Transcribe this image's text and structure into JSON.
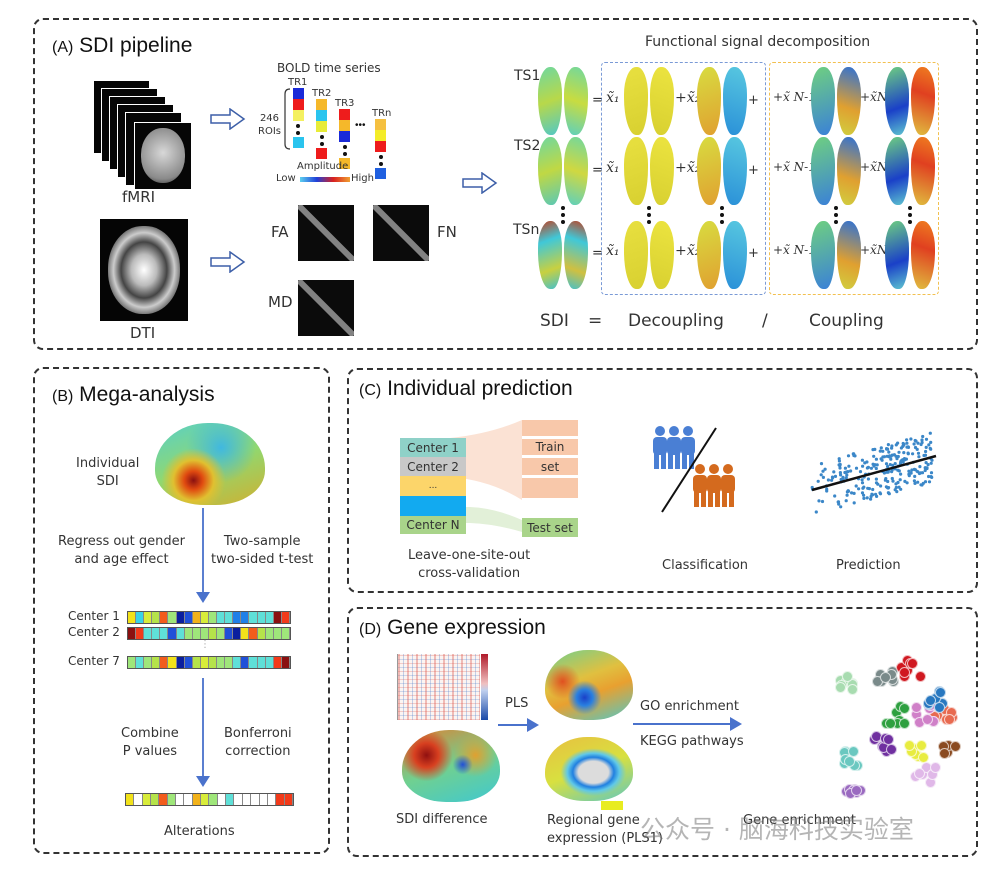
{
  "panels": {
    "A": {
      "label": "(A)",
      "title": "SDI pipeline",
      "fmri_label": "fMRI",
      "dti_label": "DTI",
      "bold_title": "BOLD time series",
      "roi_label_line1": "246",
      "roi_label_line2": "ROIs",
      "tr_labels": [
        "TR1",
        "TR2",
        "TR3",
        "TRn"
      ],
      "amplitude_label": "Amplitude",
      "amplitude_low": "Low",
      "amplitude_high": "High",
      "matrix_labels": [
        "FA",
        "FN",
        "MD"
      ],
      "decomp_title": "Functional signal decomposition",
      "ts_labels": [
        "TS1",
        "TS2",
        "TSn"
      ],
      "eq_sign": "=",
      "coef_x1": "x̃₁",
      "coef_x2": "+x̃₂",
      "plus": "+",
      "coef_xn1": "+x̃ N-1",
      "coef_xn": "+x̃N",
      "formula": {
        "sdi": "SDI",
        "equals": "=",
        "decoupling": "Decoupling",
        "slash": "/",
        "coupling": "Coupling"
      },
      "colors": {
        "decoupling_box": "#7a9ad6",
        "coupling_box": "#f2c050"
      }
    },
    "B": {
      "label": "(B)",
      "title": "Mega-analysis",
      "individual_sdi_line1": "Individual",
      "individual_sdi_line2": "SDI",
      "regress_line1": "Regress out gender",
      "regress_line2": "and age effect",
      "ttest_line1": "Two-sample",
      "ttest_line2": "two-sided t-test",
      "centers": [
        "Center 1",
        "Center 2",
        "Center 7"
      ],
      "vertical_ellipsis": "⋮",
      "combine_line1": "Combine",
      "combine_line2": "P values",
      "bonferroni_line1": "Bonferroni",
      "bonferroni_line2": "correction",
      "alterations_label": "Alterations",
      "stripes": {
        "center1": [
          "#f2e21a",
          "#38d3e8",
          "#d8ec3a",
          "#b5e34a",
          "#f25c1c",
          "#9fe67a",
          "#0a1f9e",
          "#2050d8",
          "#f2b21a",
          "#d8ec3a",
          "#9fe67a",
          "#5fe0d8",
          "#5fe0d8",
          "#2080e8",
          "#2080e8",
          "#5fe0d8",
          "#5fe0d8",
          "#5fe0d8",
          "#8a1010",
          "#f23a1a"
        ],
        "center2": [
          "#8a1010",
          "#f23a1a",
          "#5fe0d8",
          "#5fe0d8",
          "#5fe0d8",
          "#2050d8",
          "#5fe0d8",
          "#9fe67a",
          "#9fe67a",
          "#9fe67a",
          "#b5e34a",
          "#9fe67a",
          "#2050d8",
          "#0a1f9e",
          "#f2e21a",
          "#f25c1c",
          "#b5e34a",
          "#9fe67a",
          "#9fe67a",
          "#9fe67a"
        ],
        "center7": [
          "#9fe67a",
          "#5fe0d8",
          "#9fe67a",
          "#b5e34a",
          "#f25c1c",
          "#f2e21a",
          "#0a1f9e",
          "#2050d8",
          "#b5e34a",
          "#d8ec3a",
          "#b5e34a",
          "#9fe67a",
          "#9fe67a",
          "#5fe0d8",
          "#2050d8",
          "#5fe0d8",
          "#5fe0d8",
          "#5fe0d8",
          "#f23a1a",
          "#8a1010"
        ],
        "alterations": [
          "#f2e21a",
          "#ffffff",
          "#d8ec3a",
          "#b5e34a",
          "#f25c1c",
          "#9fe67a",
          "#ffffff",
          "#ffffff",
          "#f2b21a",
          "#d8ec3a",
          "#9fe67a",
          "#ffffff",
          "#5fe0d8",
          "#ffffff",
          "#ffffff",
          "#ffffff",
          "#ffffff",
          "#ffffff",
          "#f23a1a",
          "#f23a1a"
        ]
      }
    },
    "C": {
      "label": "(C)",
      "title": "Individual prediction",
      "centers": [
        "Center 1",
        "Center 2",
        "...",
        "",
        "Center N"
      ],
      "center_colors": [
        "#8fd1c8",
        "#c8c8c8",
        "#fcd56a",
        "#12aaf0",
        "#a9d48a"
      ],
      "train_set_line1": "Train",
      "train_set_line2": "set",
      "test_set": "Test set",
      "loso_line1": "Leave-one-site-out",
      "loso_line2": "cross-validation",
      "classification": "Classification",
      "prediction": "Prediction",
      "colors": {
        "group1": "#4a7fd4",
        "group2": "#d46a1e",
        "scatter": "#3b87c8"
      }
    },
    "D": {
      "label": "(D)",
      "title": "Gene expression",
      "pls_label": "PLS",
      "go_label": "GO enrichment",
      "kegg_label": "KEGG pathways",
      "sdi_difference": "SDI difference",
      "regional_line1": "Regional gene",
      "regional_line2": "expression (PLS1)",
      "gene_enrichment": "Gene enrichment"
    }
  },
  "watermark": "公众号 · 脑海科技实验室"
}
